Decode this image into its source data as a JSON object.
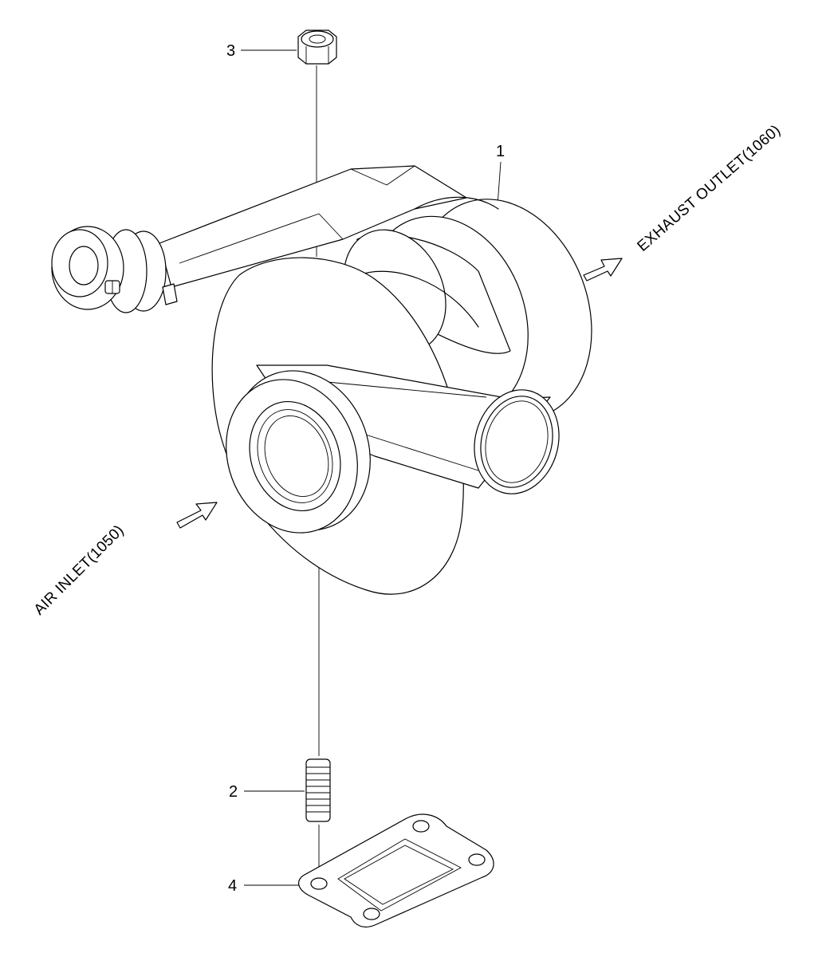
{
  "callouts": {
    "turbocharger": "1",
    "stud": "2",
    "nut": "3",
    "gasket": "4"
  },
  "annotations": {
    "air_inlet": "AIR INLET(1050)",
    "exhaust_outlet": "EXHAUST OUTLET(1060)"
  }
}
